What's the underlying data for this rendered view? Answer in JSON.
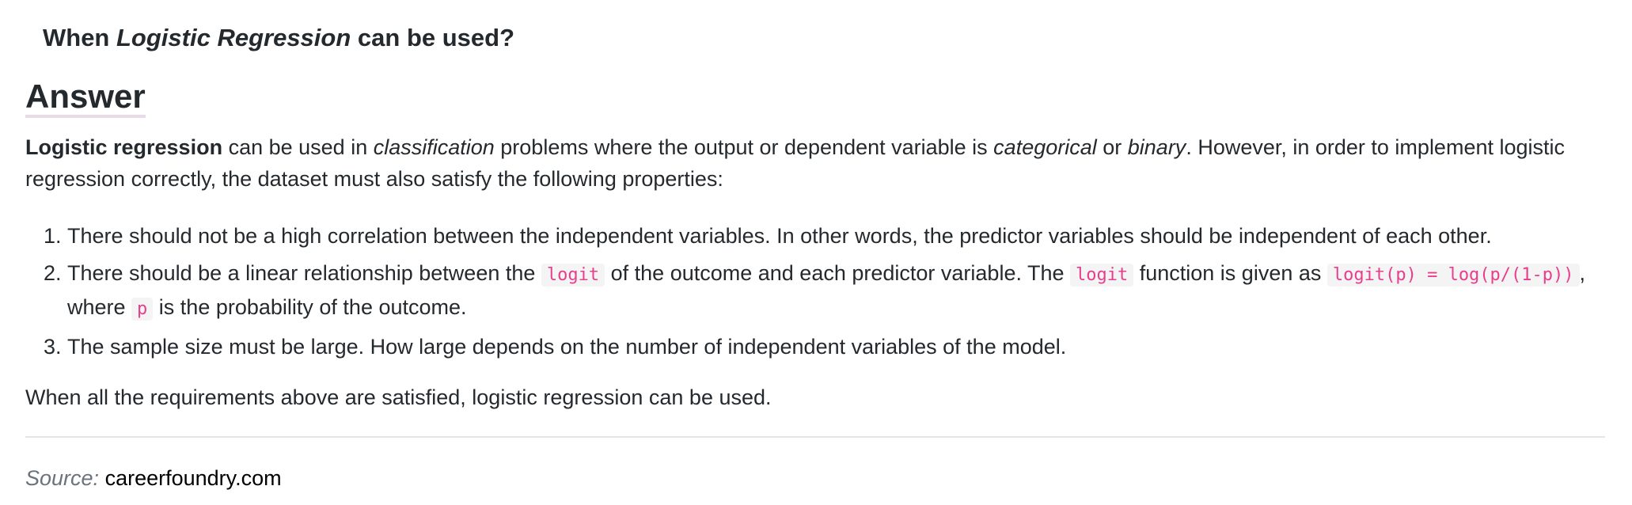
{
  "question": {
    "prefix": "When ",
    "emphasis": "Logistic Regression",
    "suffix": " can be used?"
  },
  "answer": {
    "heading": "Answer",
    "intro": {
      "bold": "Logistic regression",
      "t1": " can be used in ",
      "em1": "classification",
      "t2": " problems where the output or dependent variable is ",
      "em2": "categorical",
      "t3": " or ",
      "em3": "binary",
      "t4": ". However, in order to implement logistic regression correctly, the dataset must also satisfy the following properties:"
    },
    "requirements": {
      "item1": "There should not be a high correlation between the independent variables. In other words, the predictor variables should be independent of each other.",
      "item2": {
        "t1": "There should be a linear relationship between the ",
        "code1": "logit",
        "t2": " of the outcome and each predictor variable. The ",
        "code2": "logit",
        "t3": " function is given as ",
        "code3": "logit(p) = log(p/(1-p))",
        "t4": ", where ",
        "code4": "p",
        "t5": " is the probability of the outcome."
      },
      "item3": "The sample size must be large. How large depends on the number of independent variables of the model."
    },
    "conclusion": "When all the requirements above are satisfied, logistic regression can be used."
  },
  "source": {
    "label": "Source:",
    "link_text": "careerfoundry.com"
  },
  "colors": {
    "code_text": "#e83e8c",
    "code_bg": "#f4f4f5",
    "heading_underline": "#ead9e6",
    "divider": "#e5e5e5"
  }
}
